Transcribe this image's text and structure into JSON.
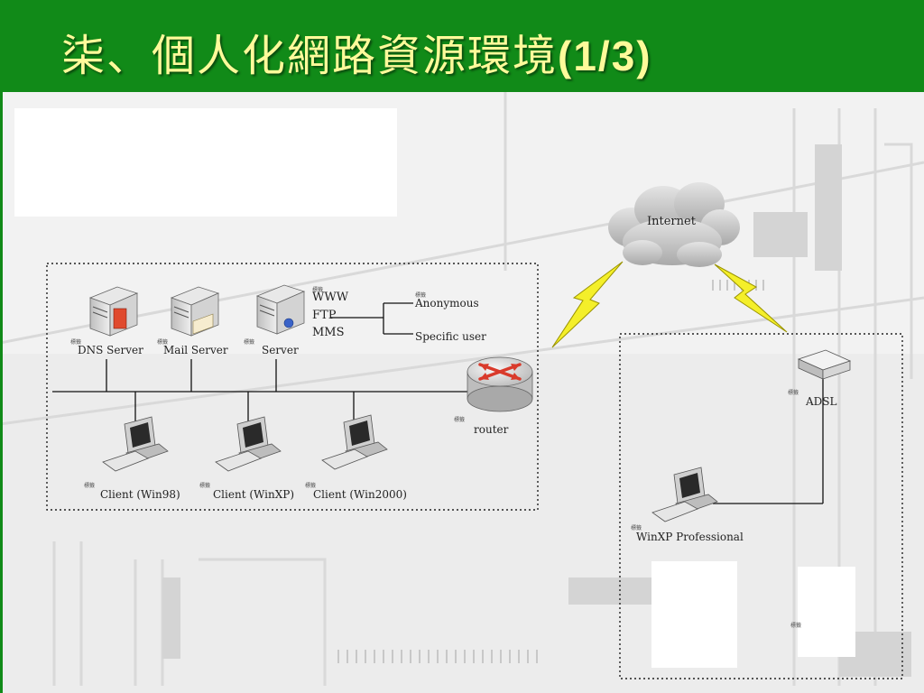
{
  "slide": {
    "title": "柒、個人化網路資源環境",
    "title_suffix": "(1/3)",
    "colors": {
      "title_bar": "#118a18",
      "title_text": "#fffa9a",
      "bolt": "#f4ef2a",
      "router": "#d93a2b"
    }
  },
  "diagram": {
    "internet_label": "Internet",
    "servers": [
      "DNS Server",
      "Mail Server",
      "Server"
    ],
    "services": [
      "WWW",
      "FTP",
      "MMS"
    ],
    "ftp_users": [
      "Anonymous",
      "Specific user"
    ],
    "router_label": "router",
    "clients": [
      "Client (Win98)",
      "Client (WinXP)",
      "Client (Win2000)"
    ],
    "adsl_label": "ADSL",
    "home_pc_label": "WinXP Professional",
    "placeholder_mark": "標籤",
    "icons": [
      "cloud-icon",
      "server-icon",
      "router-icon",
      "desktop-pc-icon",
      "adsl-modem-icon",
      "lightning-bolt-icon"
    ]
  }
}
